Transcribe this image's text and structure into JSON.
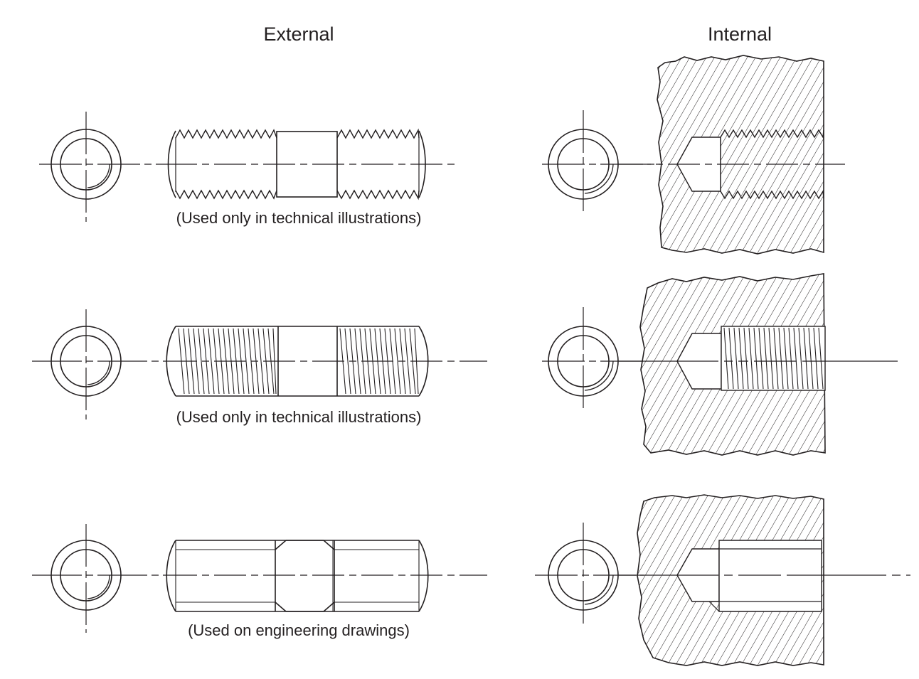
{
  "headings": {
    "external": "External",
    "internal": "Internal"
  },
  "captions": {
    "detailed_zigzag": "(Used only in technical illustrations)",
    "schematic_helical": "(Used only in technical illustrations)",
    "simplified": "(Used on engineering drawings)"
  },
  "colors": {
    "ink": "#231f20",
    "background": "#ffffff"
  }
}
